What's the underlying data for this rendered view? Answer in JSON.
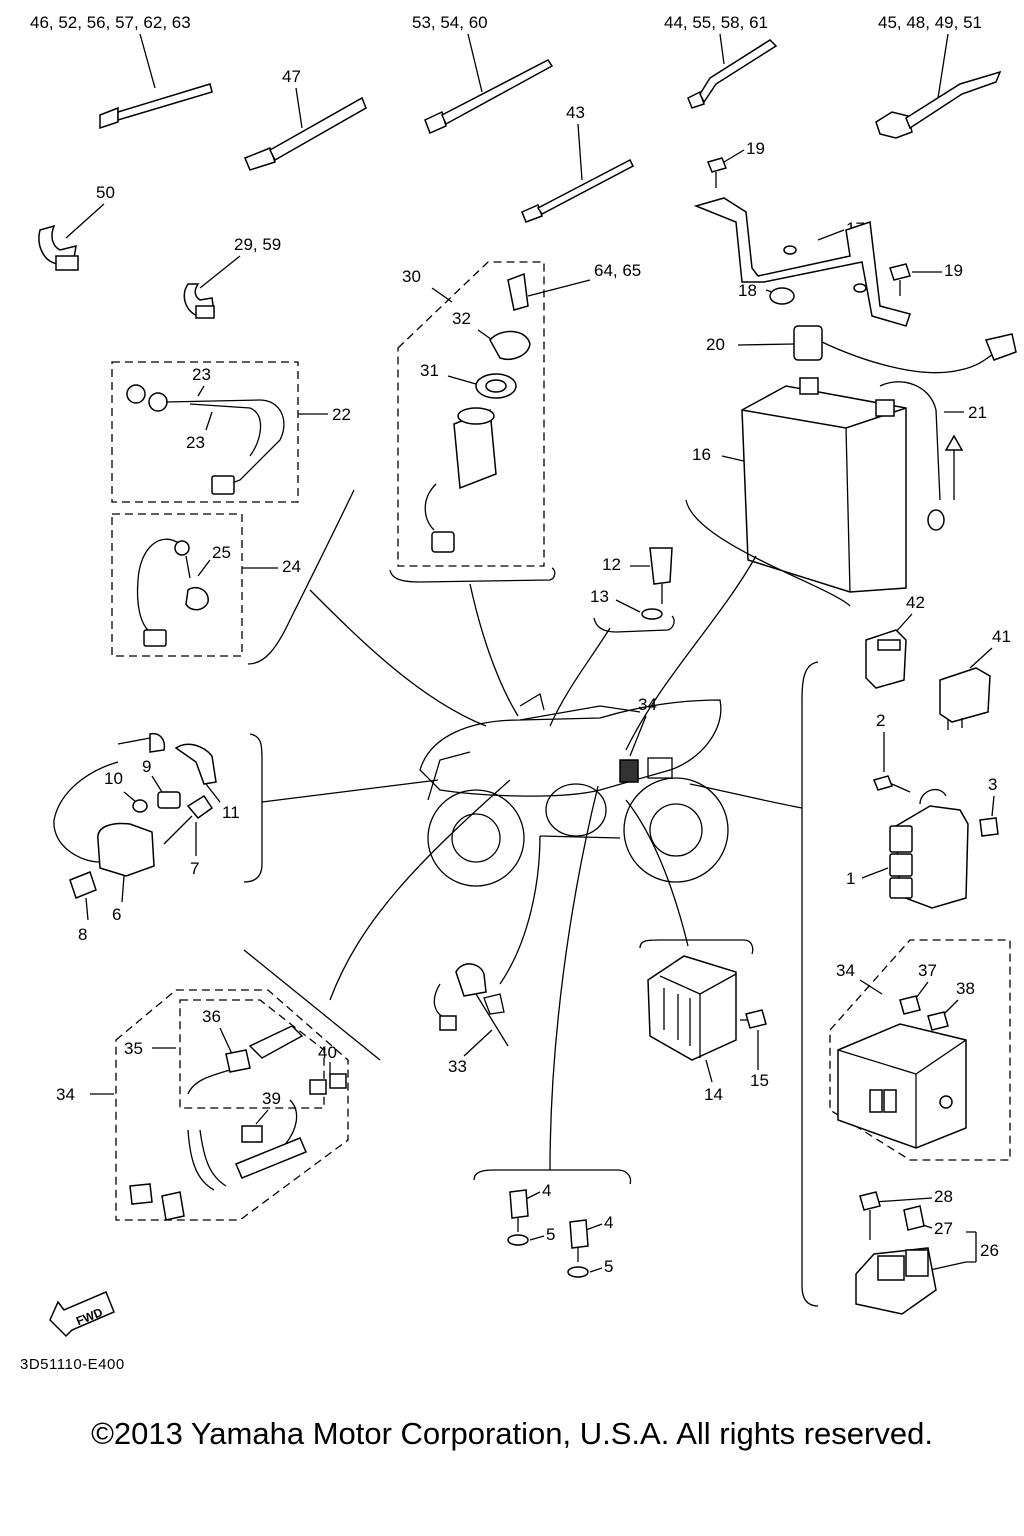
{
  "diagram": {
    "drawing_id": "3D51110-E400",
    "fwd_label": "FWD",
    "copyright": "©2013 Yamaha Motor Corporation, U.S.A. All rights reserved.",
    "callouts": {
      "c1": "46, 52, 56, 57, 62, 63",
      "c2": "47",
      "c3": "53, 54, 60",
      "c4": "43",
      "c5": "44, 55, 58, 61",
      "c6": "45, 48, 49, 51",
      "c7": "50",
      "c8": "29, 59",
      "c9": "19",
      "c10": "17",
      "c11": "18",
      "c12": "19",
      "c13": "20",
      "c14": "21",
      "c15": "16",
      "c16": "30",
      "c17": "64, 65",
      "c18": "32",
      "c19": "31",
      "c20": "23",
      "c21": "23",
      "c22": "22",
      "c23": "25",
      "c24": "24",
      "c25": "12",
      "c26": "13",
      "c27": "42",
      "c28": "41",
      "c29": "34",
      "c30": "2",
      "c31": "3",
      "c32": "1",
      "c33": "9",
      "c34": "10",
      "c35": "11",
      "c36": "7",
      "c37": "6",
      "c38": "8",
      "c39": "34",
      "c40": "37",
      "c41": "38",
      "c42": "36",
      "c43": "35",
      "c44": "40",
      "c45": "34",
      "c46": "39",
      "c47": "33",
      "c48": "14",
      "c49": "15",
      "c50": "4",
      "c51": "5",
      "c52": "4",
      "c53": "5",
      "c54": "28",
      "c55": "27",
      "c56": "26"
    }
  }
}
